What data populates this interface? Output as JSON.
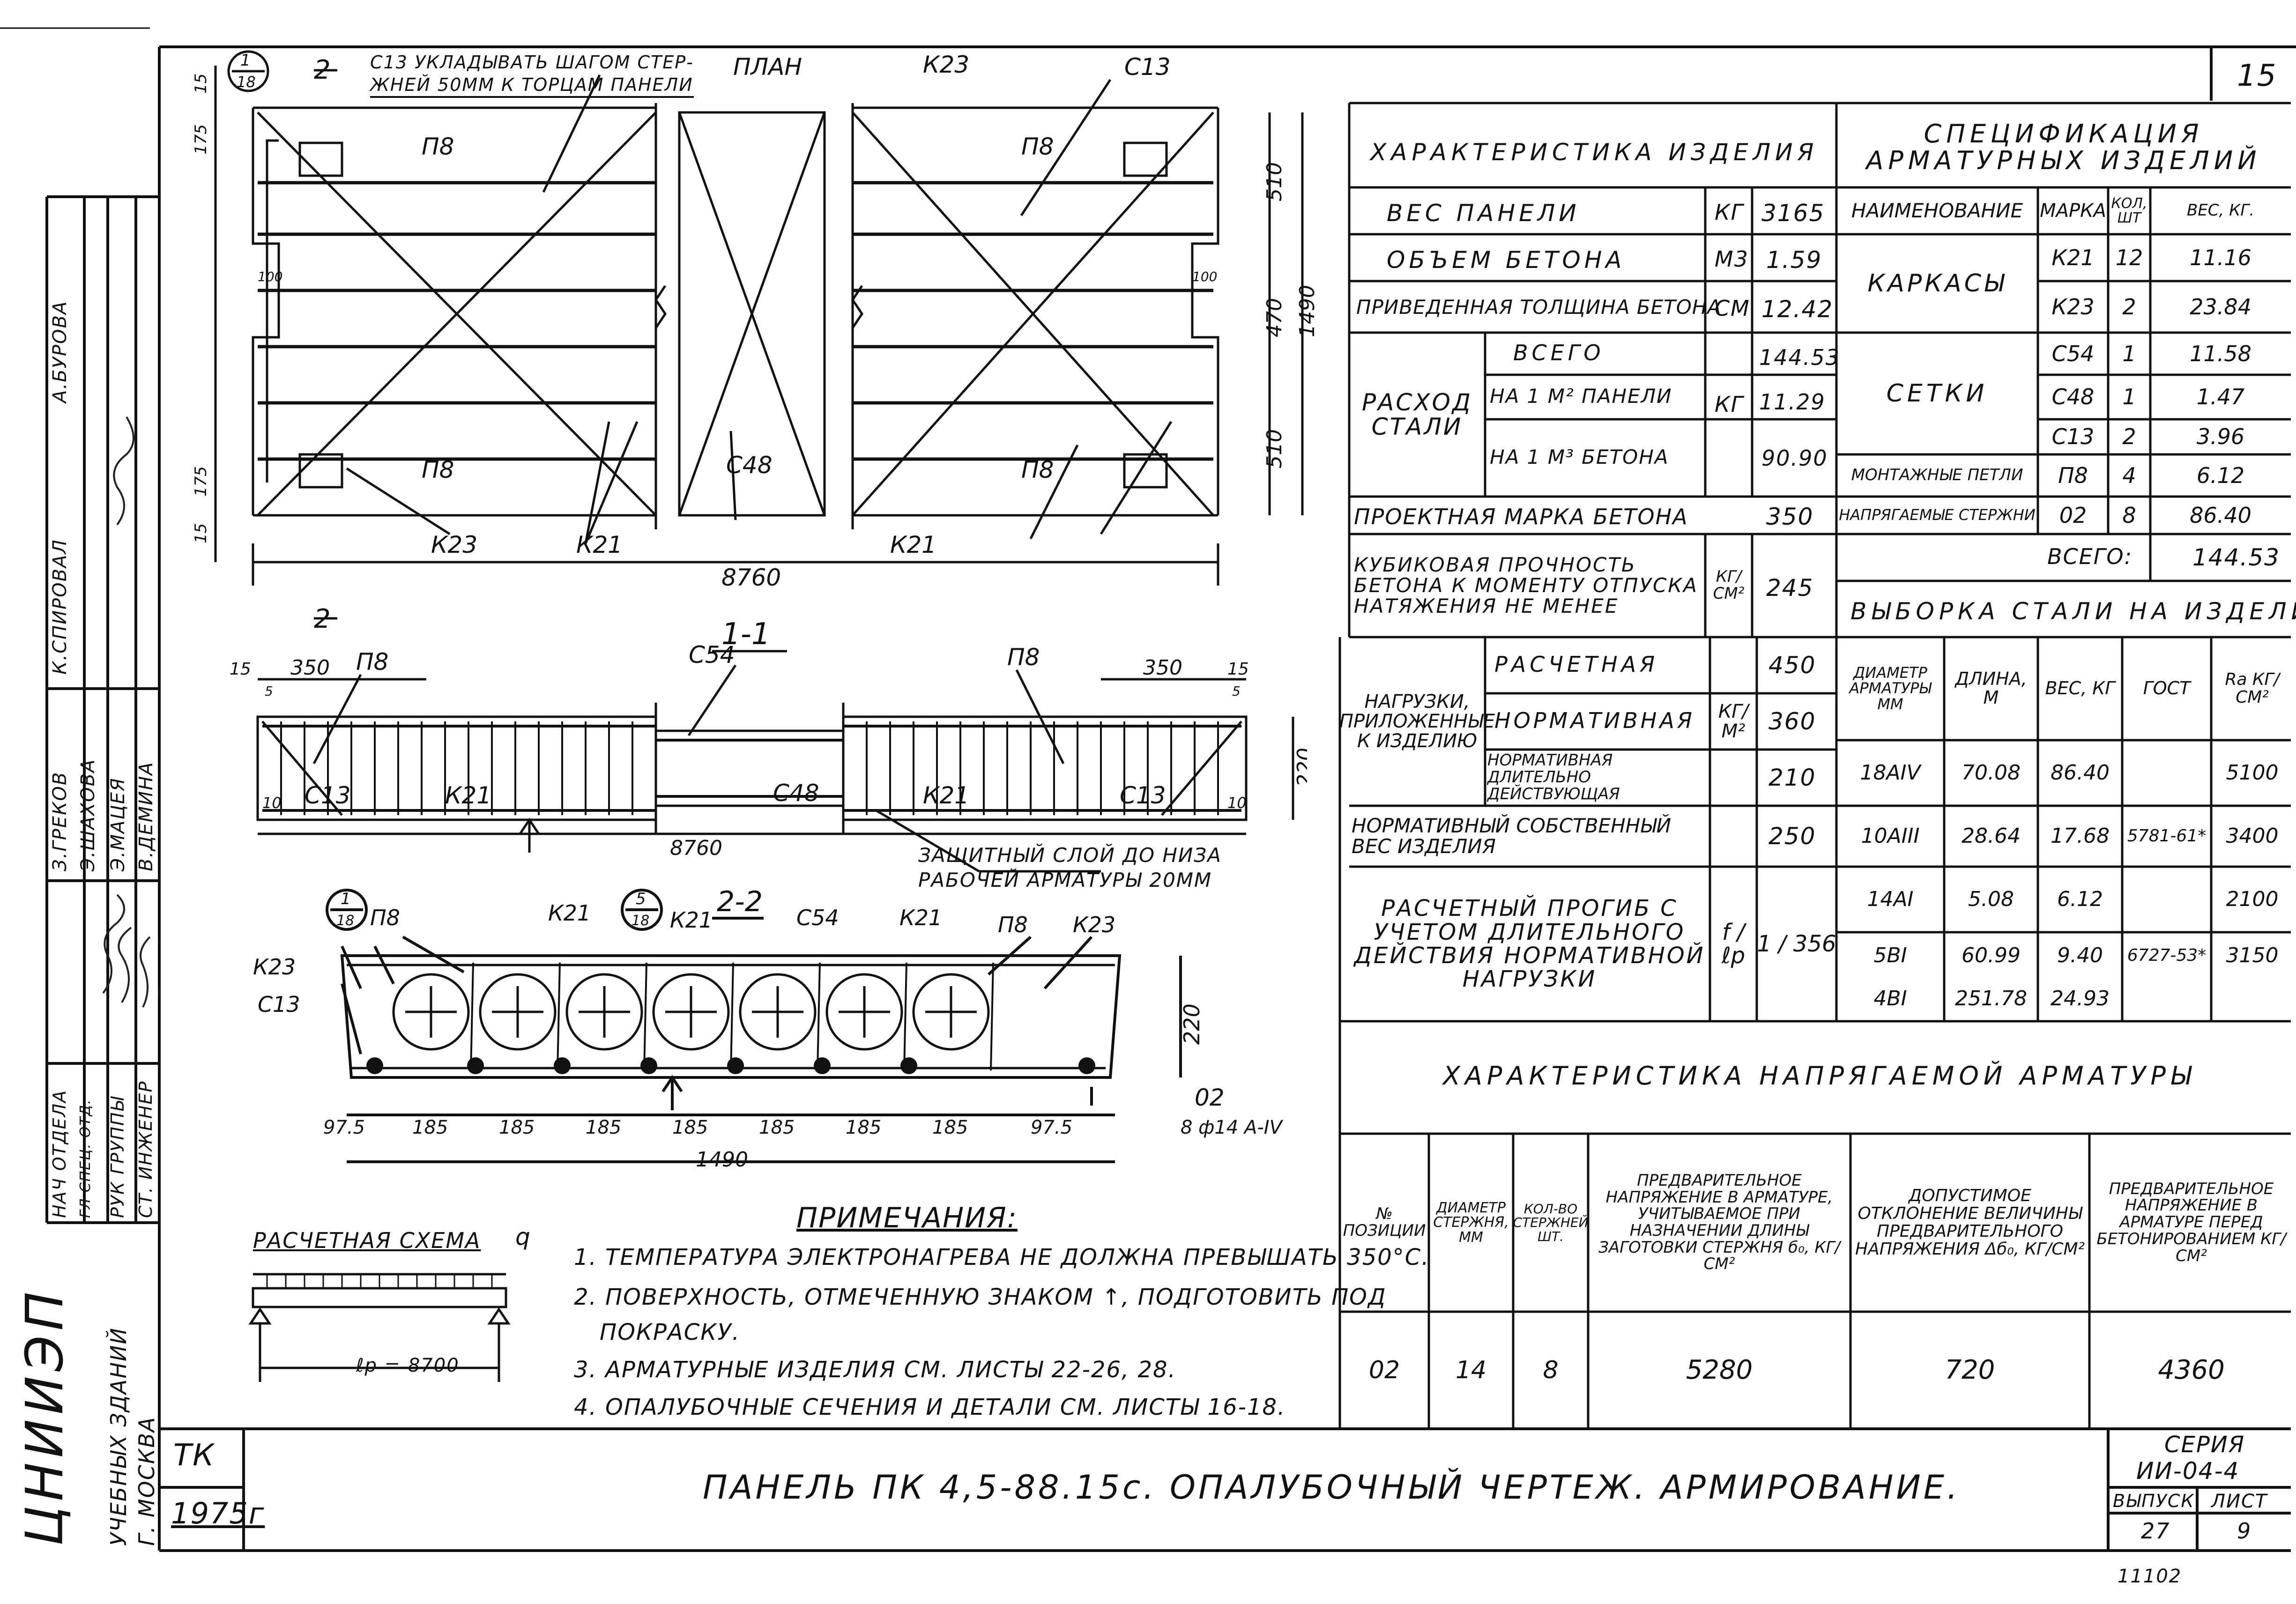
{
  "sheet_number": "15",
  "left_block": {
    "institute": "ЦНИИЭП",
    "institute_sub": "УЧЕБНЫХ ЗДАНИЙ",
    "city": "Г. МОСКВА",
    "roles": [
      "НАЧ ОТДЕЛА",
      "ГЛ СПЕЦ. ОТД.",
      "РУК ГРУППЫ",
      "СТ. ИНЖЕНЕР"
    ],
    "names": [
      "З.ГРЕКОВ",
      "Э.ШАХОВА",
      "Э.МАЦЕЯ",
      "В.ДЕМИНА"
    ],
    "checked_role": "К.СПИРОВАЛ",
    "checked_name": "А.БУРОВА",
    "tk": "ТК",
    "year": "1975г"
  },
  "plan": {
    "title": "ПЛАН",
    "note": "С13 УКЛАДЫВАТЬ ШАГОМ СТЕР-\nЖНЕЙ 50ММ К ТОРЦАМ ПАНЕЛИ",
    "callout_num": "1",
    "callout_den": "18",
    "section_mark": "2",
    "labels": {
      "k23_top": "К23",
      "c13": "С13",
      "p8": "П8",
      "c48": "С48",
      "k21": "К21",
      "k23": "К23",
      "k21b": "К21"
    },
    "dims": {
      "top_15": "15",
      "d175": "175",
      "d510a": "510",
      "d470": "470",
      "d510b": "510",
      "d1490": "1490",
      "d175b": "175",
      "d15b": "15",
      "d100l": "100",
      "d100r": "100",
      "length": "8760"
    }
  },
  "section_1_1": {
    "title": "1-1",
    "labels": {
      "p8": "П8",
      "c54": "С54",
      "p8b": "П8",
      "c13": "С13",
      "k21": "К21",
      "c48": "С48",
      "k21b": "К21",
      "c13b": "С13"
    },
    "dims": {
      "d15a": "15",
      "d350a": "350",
      "d5a": "5",
      "d350b": "350",
      "d15b": "15",
      "d5b": "5",
      "d220": "220",
      "d10a": "10",
      "d10b": "10",
      "length": "8760"
    },
    "note": "ЗАЩИТНЫЙ СЛОЙ ДО НИЗА\nРАБОЧЕЙ АРМАТУРЫ 20ММ"
  },
  "section_2_2": {
    "title": "2-2",
    "labels": {
      "p8": "П8",
      "k21": "К21",
      "k21b": "К21",
      "c54": "С54",
      "k21c": "К21",
      "p8b": "П8",
      "k23": "К23",
      "k23b": "К23",
      "c13": "С13"
    },
    "callouts": [
      {
        "num": "1",
        "den": "18"
      },
      {
        "num": "5",
        "den": "18"
      }
    ],
    "dims": [
      "97.5",
      "185",
      "185",
      "185",
      "185",
      "185",
      "185",
      "185",
      "97.5"
    ],
    "height": "220",
    "width": "1490",
    "rebar_mark": "02",
    "rebar_spec": "8 ф14 А-IV"
  },
  "calc_scheme": {
    "title": "РАСЧЕТНАЯ СХЕМА",
    "load": "q",
    "span": "ℓр = 8700"
  },
  "notes": {
    "title": "ПРИМЕЧАНИЯ:",
    "items": [
      "1. ТЕМПЕРАТУРА ЭЛЕКТРОНАГРЕВА НЕ ДОЛЖНА ПРЕВЫШАТЬ 350°С.",
      "2. ПОВЕРХНОСТЬ, ОТМЕЧЕННУЮ ЗНАКОМ ↑, ПОДГОТОВИТЬ ПОД",
      "ПОКРАСКУ.",
      "3. АРМАТУРНЫЕ ИЗДЕЛИЯ СМ. ЛИСТЫ 22-26, 28.",
      "4. ОПАЛУБОЧНЫЕ СЕЧЕНИЯ И ДЕТАЛИ СМ. ЛИСТЫ 16-18."
    ]
  },
  "characteristics": {
    "title": "ХАРАКТЕРИСТИКА ИЗДЕЛИЯ",
    "rows": [
      {
        "name": "ВЕС ПАНЕЛИ",
        "unit": "КГ",
        "value": "3165"
      },
      {
        "name": "ОБЪЕМ БЕТОНА",
        "unit": "М3",
        "value": "1.59"
      },
      {
        "name": "ПРИВЕДЕННАЯ ТОЛЩИНА БЕТОНА",
        "unit": "СМ",
        "value": "12.42"
      }
    ],
    "steel": {
      "name": "РАСХОД СТАЛИ",
      "unit": "КГ",
      "rows": [
        {
          "sub": "ВСЕГО",
          "value": "144.53"
        },
        {
          "sub": "НА 1 М² ПАНЕЛИ",
          "value": "11.29"
        },
        {
          "sub": "НА 1 М³ БЕТОНА",
          "value": "90.90"
        }
      ]
    },
    "grade": {
      "name": "ПРОЕКТНАЯ МАРКА БЕТОНА",
      "value": "350"
    },
    "cube": {
      "name": "КУБИКОВАЯ ПРОЧНОСТЬ БЕТОНА К МОМЕНТУ ОТПУСКА НАТЯЖЕНИЯ НЕ МЕНЕЕ",
      "unit": "КГ/СМ²",
      "value": "245"
    },
    "loads": {
      "name": "НАГРУЗКИ, ПРИЛОЖЕННЫЕ К ИЗДЕЛИЮ",
      "unit": "КГ/М²",
      "rows": [
        {
          "sub": "РАСЧЕТНАЯ",
          "value": "450"
        },
        {
          "sub": "НОРМАТИВНАЯ",
          "value": "360"
        },
        {
          "sub": "НОРМАТИВНАЯ ДЛИТЕЛЬНО ДЕЙСТВУЮЩАЯ",
          "value": "210"
        }
      ]
    },
    "own_weight": {
      "name": "НОРМАТИВНЫЙ СОБСТВЕННЫЙ ВЕС ИЗДЕЛИЯ",
      "value": "250"
    },
    "deflection": {
      "name": "РАСЧЕТНЫЙ ПРОГИБ С УЧЕТОМ ДЛИТЕЛЬНОГО ДЕЙСТВИЯ НОРМАТИВНОЙ НАГРУЗКИ",
      "unit": "f / ℓр",
      "value": "1 / 356"
    }
  },
  "specification": {
    "title": "СПЕЦИФИКАЦИЯ АРМАТУРНЫХ ИЗДЕЛИЙ",
    "headers": [
      "НАИМЕНОВАНИЕ",
      "МАРКА",
      "КОЛ, ШТ",
      "ВЕС, КГ."
    ],
    "groups": [
      {
        "name": "КАРКАСЫ",
        "rows": [
          [
            "К21",
            "12",
            "11.16"
          ],
          [
            "К23",
            "2",
            "23.84"
          ]
        ]
      },
      {
        "name": "СЕТКИ",
        "rows": [
          [
            "С54",
            "1",
            "11.58"
          ],
          [
            "С48",
            "1",
            "1.47"
          ],
          [
            "С13",
            "2",
            "3.96"
          ]
        ]
      },
      {
        "name": "МОНТАЖНЫЕ ПЕТЛИ",
        "rows": [
          [
            "П8",
            "4",
            "6.12"
          ]
        ]
      },
      {
        "name": "НАПРЯГАЕМЫЕ СТЕРЖНИ",
        "rows": [
          [
            "02",
            "8",
            "86.40"
          ]
        ]
      }
    ],
    "total_label": "ВСЕГО:",
    "total": "144.53"
  },
  "steel_selection": {
    "title": "ВЫБОРКА СТАЛИ НА ИЗДЕЛИЕ",
    "headers": [
      "ДИАМЕТР АРМАТУРЫ ММ",
      "ДЛИНА, М",
      "ВЕС, КГ",
      "ГОСТ",
      "Rа КГ/СМ²"
    ],
    "rows": [
      [
        "18АIV",
        "70.08",
        "86.40",
        "",
        "5100"
      ],
      [
        "10АIII",
        "28.64",
        "17.68",
        "5781-61*",
        "3400"
      ],
      [
        "14АI",
        "5.08",
        "6.12",
        "",
        "2100"
      ],
      [
        "5ВI",
        "60.99",
        "9.40",
        "6727-53*",
        "3150"
      ],
      [
        "4ВI",
        "251.78",
        "24.93",
        "",
        ""
      ]
    ]
  },
  "prestress": {
    "title": "ХАРАКТЕРИСТИКА НАПРЯГАЕМОЙ АРМАТУРЫ",
    "headers": [
      "№ ПОЗИЦИИ",
      "ДИАМЕТР СТЕРЖНЯ, ММ",
      "КОЛ-ВО СТЕРЖНЕЙ ШТ.",
      "ПРЕДВАРИТЕЛЬНОЕ НАПРЯЖЕНИЕ В АРМАТУРЕ, УЧИТЫВАЕМОЕ ПРИ НАЗНАЧЕНИИ ДЛИНЫ ЗАГОТОВКИ СТЕРЖНЯ б₀, КГ/СМ²",
      "ДОПУСТИМОЕ ОТКЛОНЕНИЕ ВЕЛИЧИНЫ ПРЕДВАРИТЕЛЬНОГО НАПРЯЖЕНИЯ Δб₀, КГ/СМ²",
      "ПРЕДВАРИТЕЛЬНОЕ НАПРЯЖЕНИЕ В АРМАТУРЕ ПЕРЕД БЕТОНИРОВАНИЕМ КГ/СМ²"
    ],
    "row": [
      "02",
      "14",
      "8",
      "5280",
      "720",
      "4360"
    ]
  },
  "title_block": {
    "title": "ПАНЕЛЬ ПК 4,5-88.15с. ОПАЛУБОЧНЫЙ ЧЕРТЕЖ. АРМИРОВАНИЕ.",
    "series_label": "СЕРИЯ",
    "series": "ИИ-04-4",
    "issue_label": "ВЫПУСК",
    "issue": "27",
    "sheet_label": "ЛИСТ",
    "sheet": "9",
    "footer_mark": "11102"
  }
}
